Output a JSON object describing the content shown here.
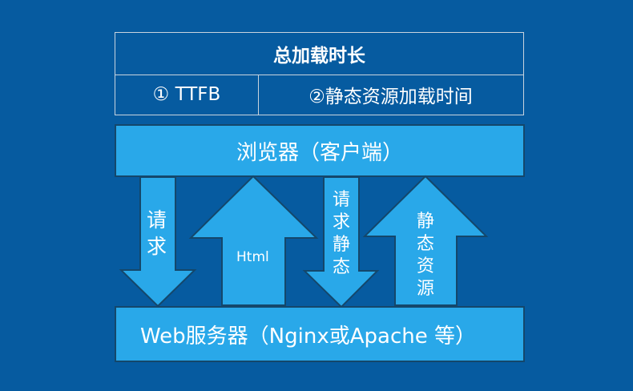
{
  "table": {
    "title": "总加载时长",
    "cell1": "① TTFB",
    "cell2": "②静态资源加载时间"
  },
  "browser": {
    "label": "浏览器（客户端）"
  },
  "server": {
    "label": "Web服务器（Nginx或Apache 等）"
  },
  "arrows": [
    {
      "direction": "down",
      "label": [
        "请",
        "求"
      ]
    },
    {
      "direction": "up",
      "label": "Html"
    },
    {
      "direction": "down",
      "label": [
        "请",
        "求",
        "静",
        "态"
      ]
    },
    {
      "direction": "up",
      "label": [
        "静",
        "态",
        "资",
        "源"
      ]
    }
  ],
  "colors": {
    "background": "#065ba0",
    "box": "#29a8e9",
    "border": "#14476b"
  }
}
